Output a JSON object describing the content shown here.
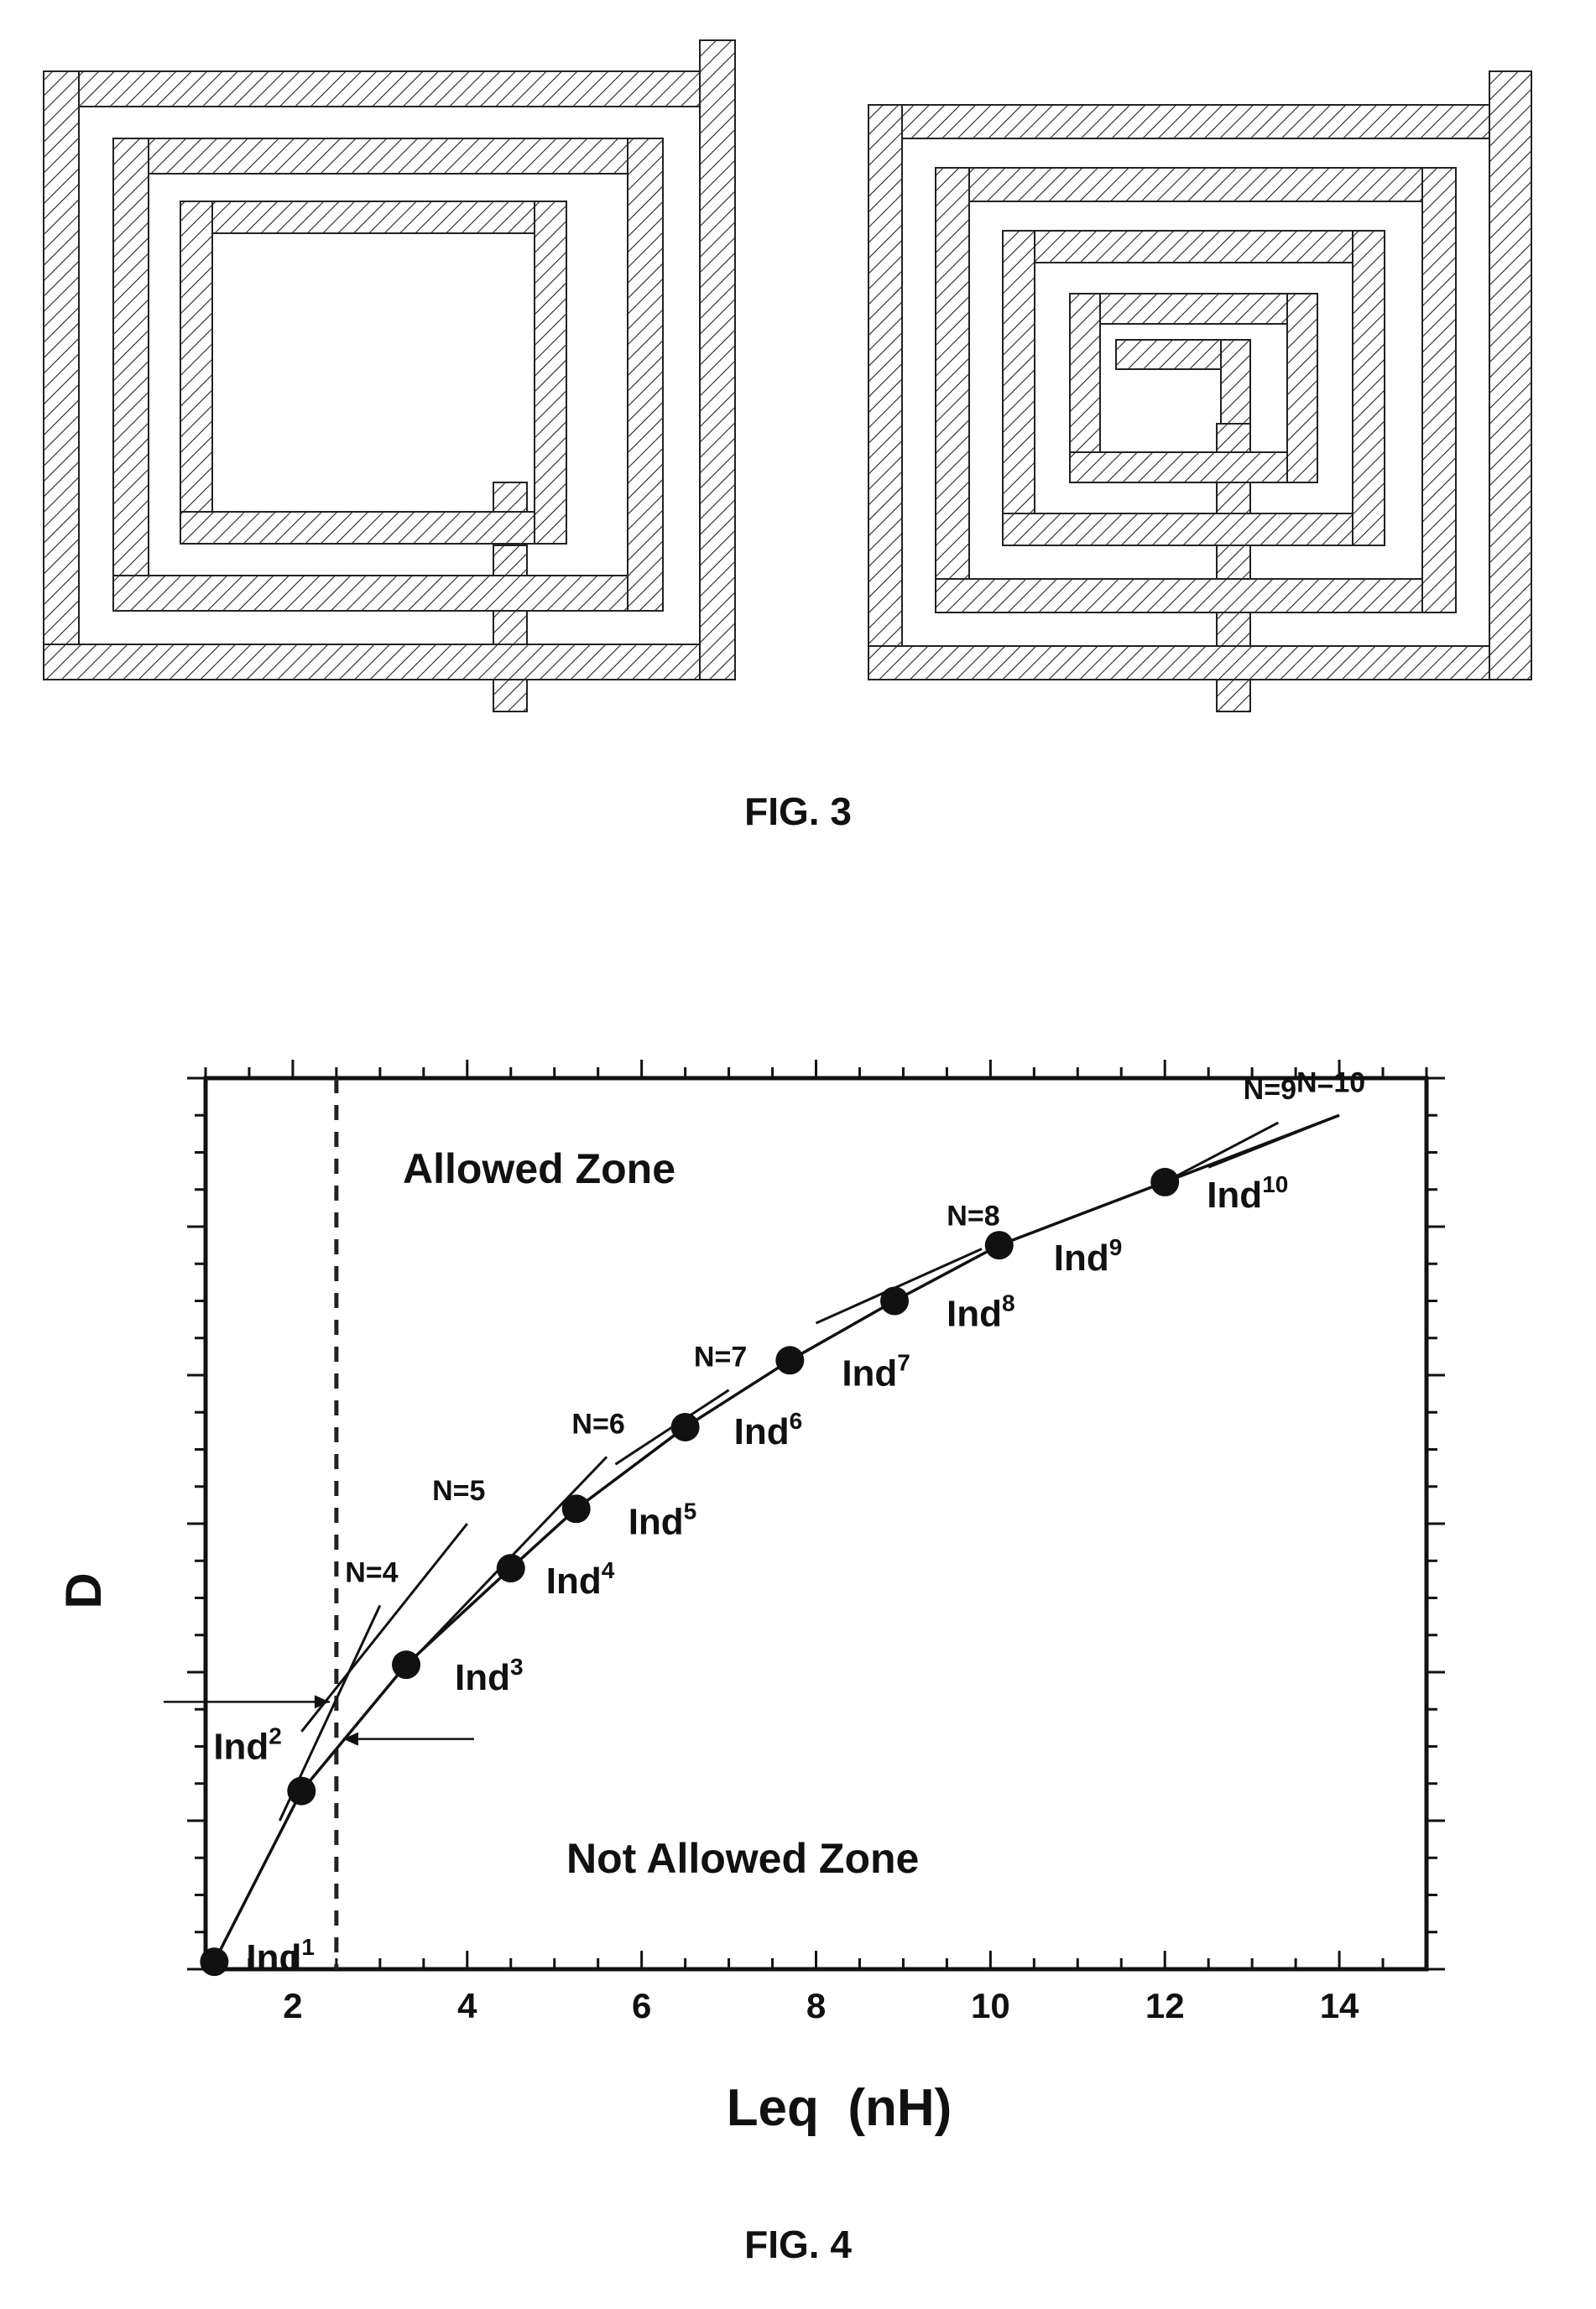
{
  "fig3": {
    "caption": "FIG. 3"
  },
  "fig4": {
    "caption": "FIG. 4",
    "zone_allowed": "Allowed Zone",
    "zone_not_allowed": "Not Allowed Zone"
  },
  "chart_data": {
    "type": "scatter",
    "title": "",
    "xlabel": "Leq  (nH)",
    "ylabel": "D",
    "xlim": [
      1,
      15
    ],
    "ylim": [
      0,
      12
    ],
    "x_ticks": [
      2,
      4,
      6,
      8,
      10,
      12,
      14
    ],
    "y_ticks": [],
    "threshold_x": 2.5,
    "series": [
      {
        "points": [
          {
            "label": "Ind",
            "sup": "1",
            "x": 1.1,
            "y": 0.1
          },
          {
            "label": "Ind",
            "sup": "2",
            "x": 2.1,
            "y": 2.4
          },
          {
            "label": "Ind",
            "sup": "3",
            "x": 3.3,
            "y": 4.1
          },
          {
            "label": "Ind",
            "sup": "4",
            "x": 4.5,
            "y": 5.4
          },
          {
            "label": "Ind",
            "sup": "5",
            "x": 5.25,
            "y": 6.2
          },
          {
            "label": "Ind",
            "sup": "6",
            "x": 6.5,
            "y": 7.3
          },
          {
            "label": "Ind",
            "sup": "7",
            "x": 7.7,
            "y": 8.2
          },
          {
            "label": "Ind",
            "sup": "8",
            "x": 8.9,
            "y": 9.0
          },
          {
            "label": "Ind",
            "sup": "9",
            "x": 10.1,
            "y": 9.75
          },
          {
            "label": "Ind",
            "sup": "10",
            "x": 12.0,
            "y": 10.6
          }
        ]
      }
    ],
    "n_curves": [
      {
        "label": "N=4",
        "x": [
          1.85,
          3.0
        ],
        "y": [
          2.0,
          4.9
        ]
      },
      {
        "label": "N=5",
        "x": [
          2.1,
          4.0
        ],
        "y": [
          3.2,
          6.0
        ]
      },
      {
        "label": "N=6",
        "x": [
          3.4,
          5.6
        ],
        "y": [
          4.2,
          6.9
        ]
      },
      {
        "label": "N=7",
        "x": [
          5.7,
          7.0
        ],
        "y": [
          6.8,
          7.8
        ]
      },
      {
        "label": "N=8",
        "x": [
          8.0,
          9.9
        ],
        "y": [
          8.7,
          9.7
        ]
      },
      {
        "label": "N=9",
        "x": [
          12.0,
          13.3
        ],
        "y": [
          10.6,
          11.4
        ]
      },
      {
        "label": "N=10",
        "x": [
          12.5,
          14.0
        ],
        "y": [
          10.8,
          11.5
        ]
      }
    ]
  }
}
